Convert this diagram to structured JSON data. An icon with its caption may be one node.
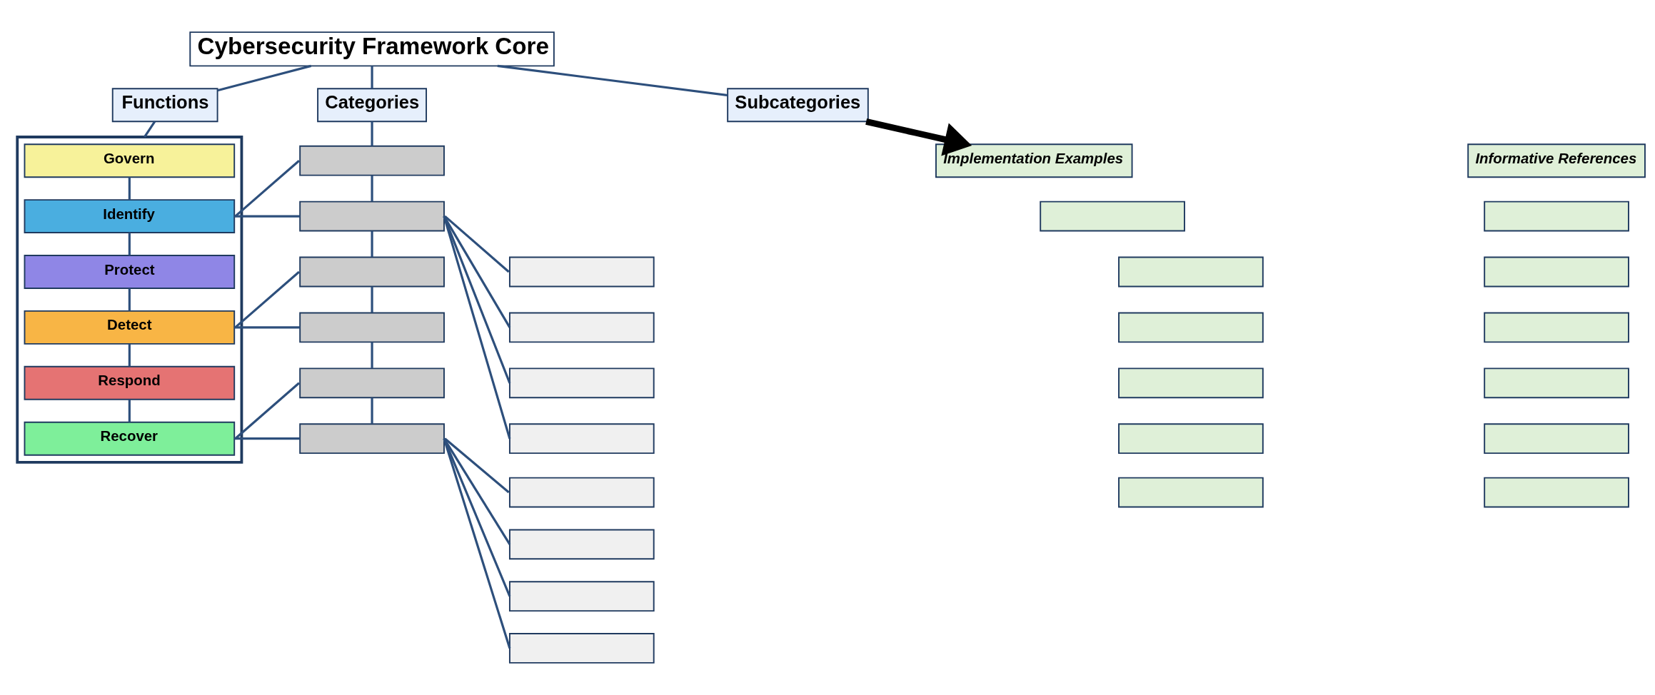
{
  "diagram": {
    "nodes": [
      {
        "text": [
          "Cybersecurity Framework Core"
        ]
      },
      {
        "text": [
          "Functions"
        ]
      },
      {
        "text": [
          "Categories"
        ]
      },
      {
        "text": [
          "Subcategories"
        ]
      },
      {
        "text": [],
        "shape": "box"
      },
      {
        "text": [
          "Govern"
        ],
        "in": 4
      },
      {
        "text": [
          "Identify"
        ],
        "in": 4
      },
      {
        "text": [
          "Protect"
        ],
        "in": 4
      },
      {
        "text": [
          "Detect"
        ],
        "in": 4
      },
      {
        "text": [
          "Respond"
        ],
        "in": 4
      },
      {
        "text": [
          "Recover"
        ],
        "in": 4
      },
      {
        "text": [],
        "shape": "box"
      },
      {
        "text": [],
        "shape": "box"
      },
      {
        "text": [],
        "shape": "box"
      },
      {
        "text": [],
        "shape": "box"
      },
      {
        "text": [],
        "shape": "box"
      },
      {
        "text": [],
        "shape": "box"
      },
      {
        "text": [],
        "shape": "box"
      },
      {
        "text": [],
        "shape": "box"
      },
      {
        "text": [],
        "shape": "box"
      },
      {
        "text": [],
        "shape": "box"
      },
      {
        "text": [],
        "shape": "box"
      },
      {
        "text": [],
        "shape": "box"
      },
      {
        "text": [],
        "shape": "box"
      },
      {
        "text": [],
        "shape": "box"
      },
      {
        "text": [
          "Implementation Examples"
        ]
      },
      {
        "text": [
          "Informative References"
        ]
      },
      {
        "text": [],
        "shape": "box"
      },
      {
        "text": [],
        "shape": "box"
      },
      {
        "text": [],
        "shape": "box"
      },
      {
        "text": [],
        "shape": "box"
      },
      {
        "text": [],
        "shape": "box"
      },
      {
        "text": [],
        "shape": "box"
      },
      {
        "text": [],
        "shape": "box"
      },
      {
        "text": [],
        "shape": "box"
      },
      {
        "text": [],
        "shape": "box"
      },
      {
        "text": [],
        "shape": "box"
      },
      {
        "text": [],
        "shape": "box"
      },
      {
        "text": [],
        "shape": "box"
      }
    ],
    "edges": [
      {
        "from": 0,
        "to": 1,
        "arrow": "none"
      },
      {
        "from": 0,
        "to": 2,
        "arrow": "none"
      },
      {
        "from": 0,
        "to": 3,
        "arrow": "none"
      },
      {
        "from": 1,
        "to": 4,
        "arrow": "none"
      },
      {
        "from": 5,
        "to": 6,
        "arrow": "none"
      },
      {
        "from": 6,
        "to": 7,
        "arrow": "none"
      },
      {
        "from": 7,
        "to": 8,
        "arrow": "none"
      },
      {
        "from": 8,
        "to": 9,
        "arrow": "none"
      },
      {
        "from": 9,
        "to": 10,
        "arrow": "none"
      },
      {
        "from": 2,
        "to": 11,
        "arrow": "none"
      },
      {
        "from": 11,
        "to": 12,
        "arrow": "none"
      },
      {
        "from": 12,
        "to": 13,
        "arrow": "none"
      },
      {
        "from": 13,
        "to": 14,
        "arrow": "none"
      },
      {
        "from": 14,
        "to": 15,
        "arrow": "none"
      },
      {
        "from": 15,
        "to": 16,
        "arrow": "none"
      },
      {
        "from": 6,
        "to": 11,
        "arrow": "none"
      },
      {
        "from": 6,
        "to": 12,
        "arrow": "none"
      },
      {
        "from": 8,
        "to": 13,
        "arrow": "none"
      },
      {
        "from": 8,
        "to": 14,
        "arrow": "none"
      },
      {
        "from": 10,
        "to": 15,
        "arrow": "none"
      },
      {
        "from": 10,
        "to": 16,
        "arrow": "none"
      },
      {
        "from": 12,
        "to": 17,
        "arrow": "none"
      },
      {
        "from": 12,
        "to": 18,
        "arrow": "none"
      },
      {
        "from": 12,
        "to": 19,
        "arrow": "none"
      },
      {
        "from": 12,
        "to": 20,
        "arrow": "none"
      },
      {
        "from": 16,
        "to": 21,
        "arrow": "none"
      },
      {
        "from": 16,
        "to": 22,
        "arrow": "none"
      },
      {
        "from": 16,
        "to": 23,
        "arrow": "none"
      },
      {
        "from": 16,
        "to": 24,
        "arrow": "none"
      },
      {
        "from": 3,
        "to": 25,
        "arrow": "to",
        "style": "thick",
        "color": "#000000"
      }
    ]
  }
}
